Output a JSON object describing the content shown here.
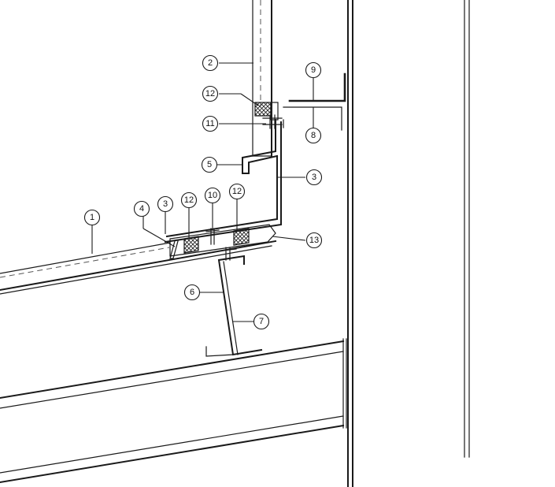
{
  "callouts": [
    {
      "id": "c1",
      "label": "1"
    },
    {
      "id": "c2",
      "label": "2"
    },
    {
      "id": "c3a",
      "label": "3"
    },
    {
      "id": "c3b",
      "label": "3"
    },
    {
      "id": "c4",
      "label": "4"
    },
    {
      "id": "c5",
      "label": "5"
    },
    {
      "id": "c6",
      "label": "6"
    },
    {
      "id": "c7",
      "label": "7"
    },
    {
      "id": "c8",
      "label": "8"
    },
    {
      "id": "c9",
      "label": "9"
    },
    {
      "id": "c10",
      "label": "10"
    },
    {
      "id": "c11",
      "label": "11"
    },
    {
      "id": "c12a",
      "label": "12"
    },
    {
      "id": "c12b",
      "label": "12"
    },
    {
      "id": "c12c",
      "label": "12"
    },
    {
      "id": "c13",
      "label": "13"
    }
  ],
  "colors": {
    "line": "#1a1a1a",
    "background": "#ffffff"
  }
}
